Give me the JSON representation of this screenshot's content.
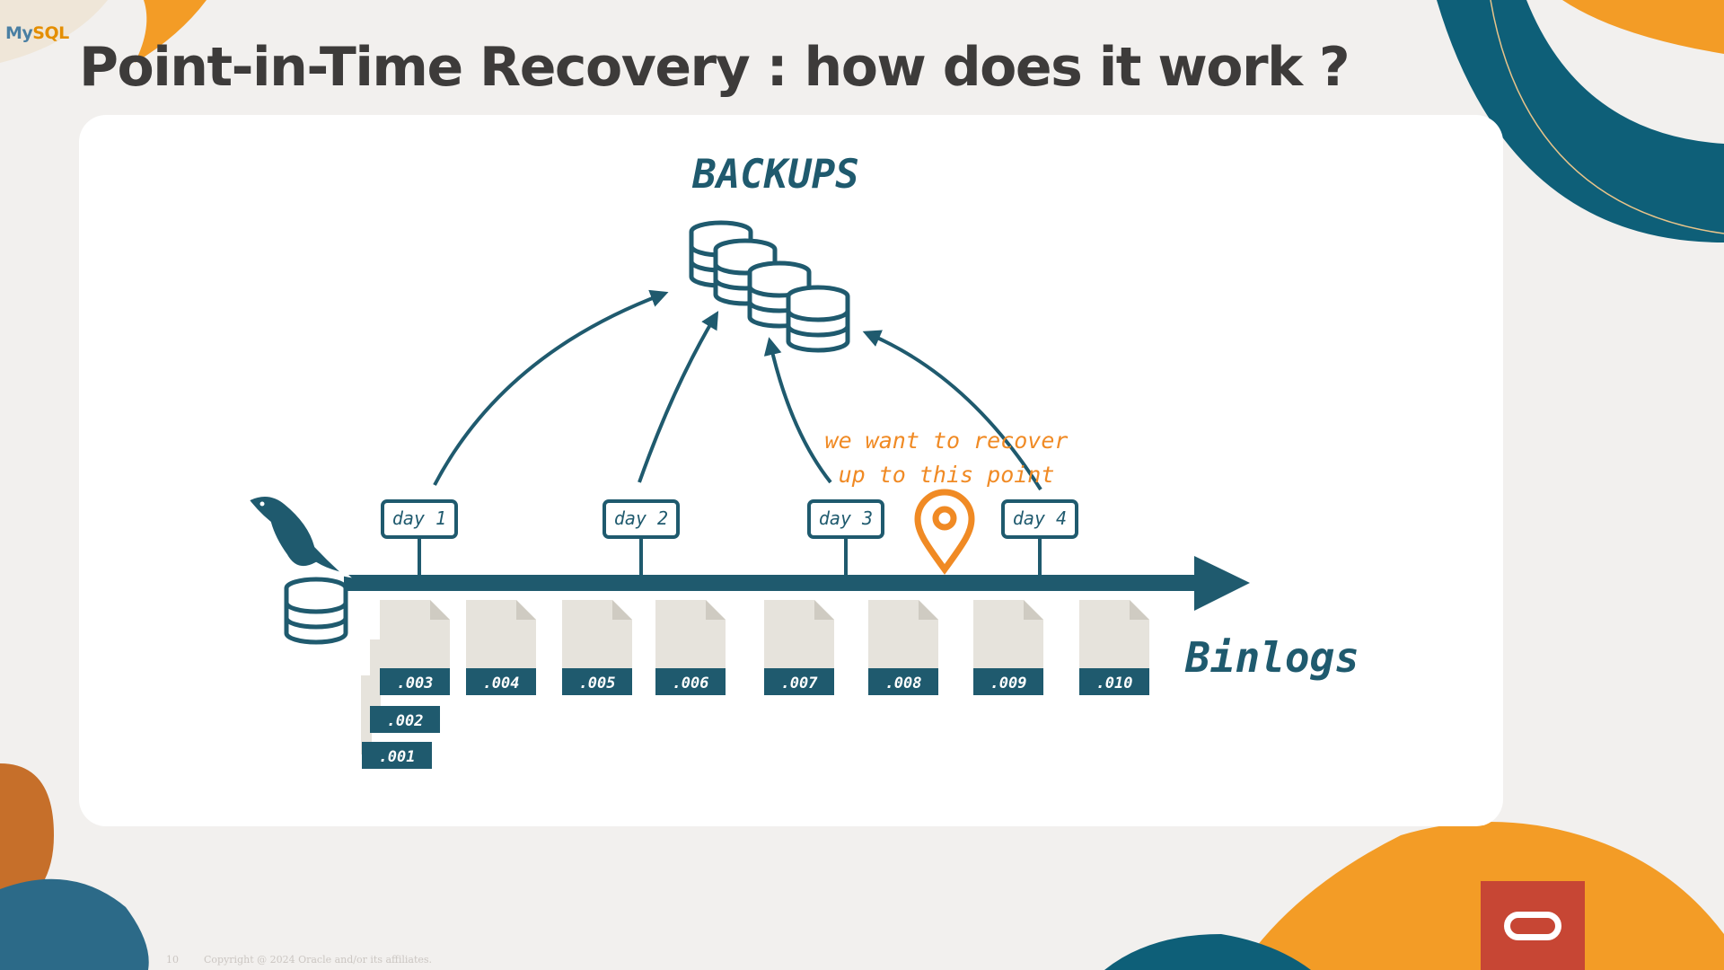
{
  "slide": {
    "title": "Point-in-Time Recovery : how does it work ?",
    "page_number": "10",
    "copyright": "Copyright @ 2024 Oracle and/or its affiliates."
  },
  "brand": {
    "mysql_my": "My",
    "mysql_sql": "SQL"
  },
  "diagram": {
    "backups_label": "BACKUPS",
    "binlogs_label": "Binlogs",
    "annotation_line1": "we want to recover",
    "annotation_line2": "up to this point",
    "days": [
      "day 1",
      "day 2",
      "day 3",
      "day 4"
    ],
    "binlogs": [
      ".001",
      ".002",
      ".003",
      ".004",
      ".005",
      ".006",
      ".007",
      ".008",
      ".009",
      ".010"
    ]
  },
  "colors": {
    "teal": "#1f5a6e",
    "orange": "#f08a24",
    "oracle_red": "#c74634",
    "title": "#3d3b3a",
    "file": "#e6e3dc"
  }
}
